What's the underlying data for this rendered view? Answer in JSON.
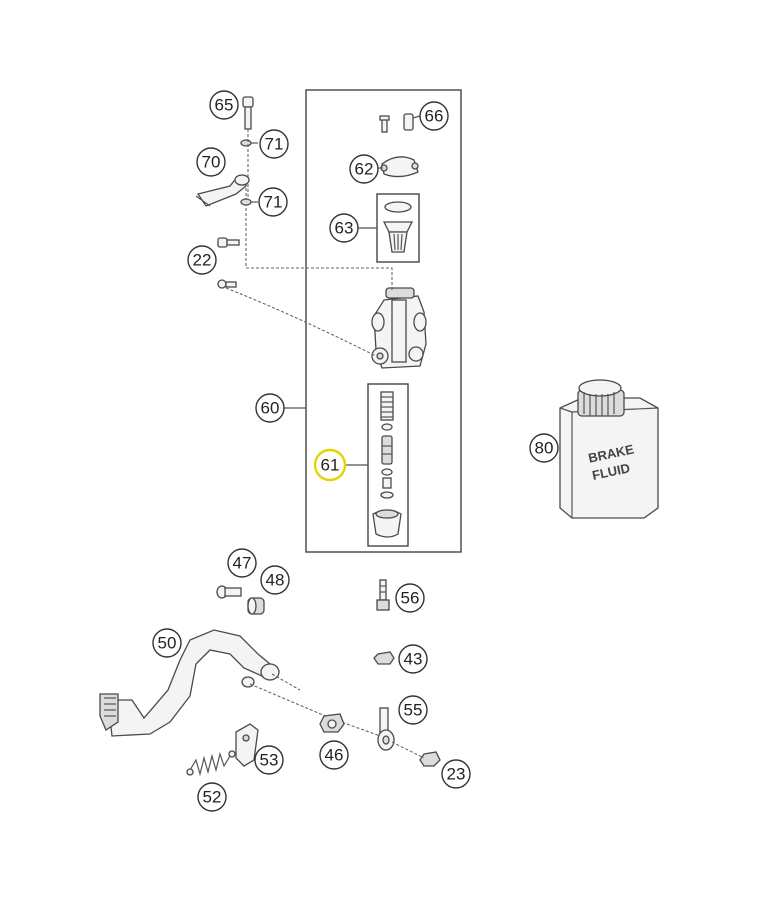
{
  "diagram": {
    "selected_callout": "61",
    "highlight_color": "#e6d400",
    "callouts": [
      {
        "id": "c65",
        "label": "65"
      },
      {
        "id": "c71a",
        "label": "71"
      },
      {
        "id": "c70",
        "label": "70"
      },
      {
        "id": "c71b",
        "label": "71"
      },
      {
        "id": "c22",
        "label": "22"
      },
      {
        "id": "c66",
        "label": "66"
      },
      {
        "id": "c62",
        "label": "62"
      },
      {
        "id": "c63",
        "label": "63"
      },
      {
        "id": "c60",
        "label": "60"
      },
      {
        "id": "c61",
        "label": "61"
      },
      {
        "id": "c80",
        "label": "80"
      },
      {
        "id": "c47",
        "label": "47"
      },
      {
        "id": "c48",
        "label": "48"
      },
      {
        "id": "c50",
        "label": "50"
      },
      {
        "id": "c56",
        "label": "56"
      },
      {
        "id": "c43",
        "label": "43"
      },
      {
        "id": "c55",
        "label": "55"
      },
      {
        "id": "c53",
        "label": "53"
      },
      {
        "id": "c46",
        "label": "46"
      },
      {
        "id": "c23",
        "label": "23"
      },
      {
        "id": "c52",
        "label": "52"
      }
    ],
    "bottle_label_line1": "BRAKE",
    "bottle_label_line2": "FLUID"
  }
}
